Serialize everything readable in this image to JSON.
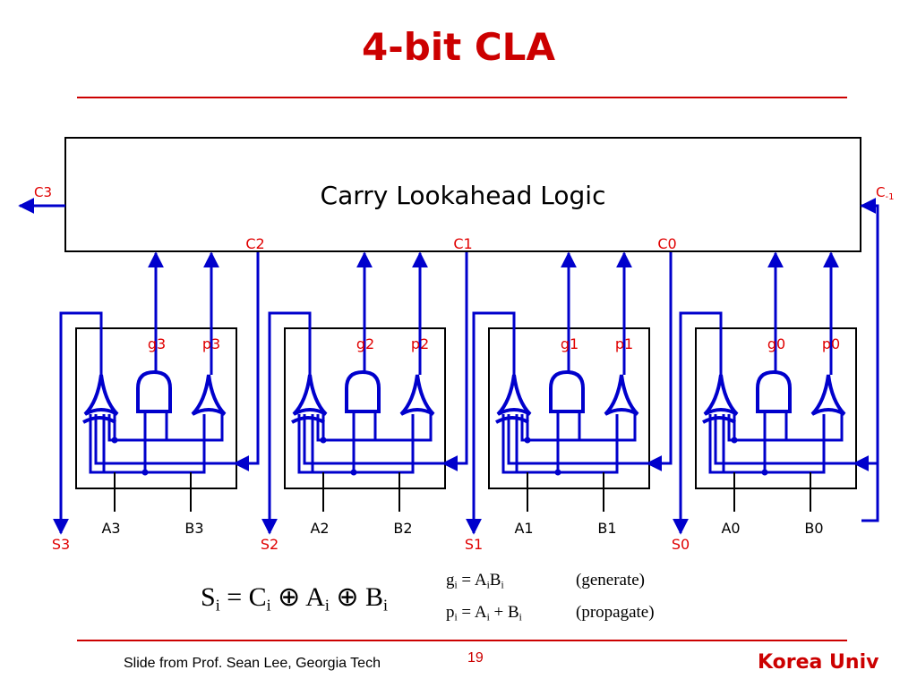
{
  "slide": {
    "title": "4-bit CLA",
    "footer": "Slide from Prof. Sean Lee, Georgia Tech",
    "page_number": "19",
    "brand": "Korea Univ"
  },
  "diagram": {
    "cla_block_label": "Carry Lookahead Logic",
    "carry_out_label": "C3",
    "carry_in_label": "C",
    "carry_in_subscript": "-1",
    "bits": [
      {
        "g": "g3",
        "p": "p3",
        "carry": "C2",
        "a": "A3",
        "b": "B3",
        "s": "S3"
      },
      {
        "g": "g2",
        "p": "p2",
        "carry": "C1",
        "a": "A2",
        "b": "B2",
        "s": "S2"
      },
      {
        "g": "g1",
        "p": "p1",
        "carry": "C0",
        "a": "A1",
        "b": "B1",
        "s": "S1"
      },
      {
        "g": "g0",
        "p": "p0",
        "carry": "",
        "a": "A0",
        "b": "B0",
        "s": "S0"
      }
    ]
  },
  "equations": {
    "sum": {
      "s": "S",
      "eq": "=",
      "c": "C",
      "xor": "⊕",
      "a": "A",
      "b": "B",
      "sub": "i"
    },
    "generate": {
      "lhs": "g",
      "eq": "=",
      "a": "A",
      "b": "B",
      "sub": "i",
      "note": "(generate)"
    },
    "propagate": {
      "lhs": "p",
      "eq": "=",
      "a": "A",
      "plus": "+",
      "b": "B",
      "sub": "i",
      "note": "(propagate)"
    }
  },
  "colors": {
    "title": "#cc0000",
    "wire": "#0000cc",
    "label_red": "#e00000",
    "frame": "#000000"
  }
}
